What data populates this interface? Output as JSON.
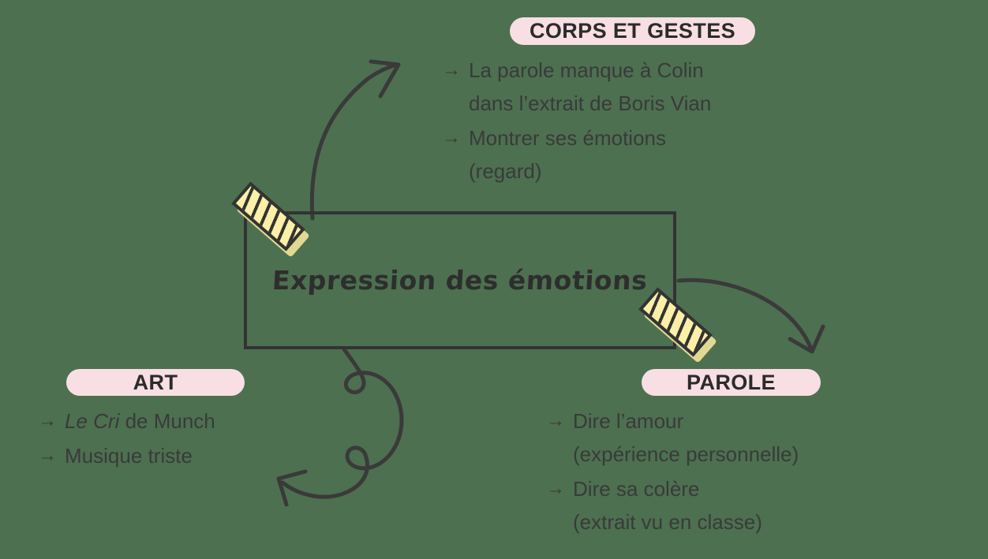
{
  "theme": {
    "background_color": "#4d7050",
    "ink_color": "#3a3a3a",
    "pill_color": "#f8dfe3",
    "tape_color": "#fcefa6",
    "box_border_color": "#333333"
  },
  "center": {
    "title": "Expression des émotions"
  },
  "branches": [
    {
      "id": "corps-et-gestes",
      "label": "CORPS ET GESTES",
      "items": [
        "La parole manque à Colin\ndans l’extrait de Boris Vian",
        "Montrer ses émotions\n(regard)"
      ]
    },
    {
      "id": "art",
      "label": "ART",
      "items": [
        "Le Cri de Munch",
        "Musique triste"
      ],
      "items_italic_prefix": [
        "Le Cri",
        ""
      ]
    },
    {
      "id": "parole",
      "label": "PAROLE",
      "items": [
        "Dire l’amour\n(expérience personnelle)",
        "Dire sa colère\n(extrait vu en classe)"
      ]
    }
  ],
  "bullet_glyph": "→",
  "connectors": [
    {
      "id": "arrow-to-corps",
      "from": "center",
      "to": "corps-et-gestes",
      "style": "curved-arrow"
    },
    {
      "id": "arrow-to-parole",
      "from": "center",
      "to": "parole",
      "style": "curved-arrow"
    },
    {
      "id": "arrow-to-art",
      "from": "center",
      "to": "art",
      "style": "looped-squiggle-arrow"
    }
  ],
  "decorations": [
    {
      "id": "tape-topleft",
      "type": "washi-tape",
      "corner": "top-left"
    },
    {
      "id": "tape-bottomright",
      "type": "washi-tape",
      "corner": "bottom-right"
    }
  ]
}
